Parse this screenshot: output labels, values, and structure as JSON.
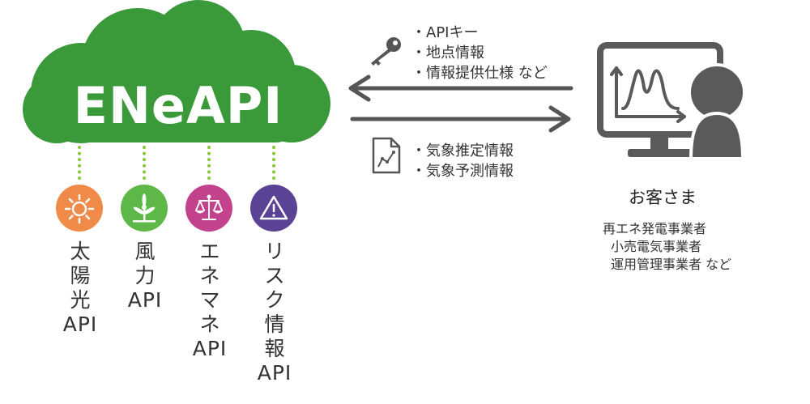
{
  "cloud": {
    "title": "ENeAPI",
    "color": "#3a9a3a"
  },
  "apis": [
    {
      "name": "太陽光",
      "api": "API",
      "icon": "sun-icon",
      "color": "#ef8a48"
    },
    {
      "name": "風力",
      "api": "API",
      "icon": "wind-turbine-icon",
      "color": "#5db848"
    },
    {
      "name": "エネマネ",
      "api": "API",
      "icon": "balance-scale-icon",
      "color": "#c2428c"
    },
    {
      "name": "リスク情報",
      "api": "API",
      "icon": "warning-icon",
      "color": "#5a4394"
    }
  ],
  "request": {
    "icon": "key-icon",
    "items": [
      "APIキー",
      "地点情報",
      "情報提供仕様 など"
    ]
  },
  "response": {
    "icon": "document-chart-icon",
    "items": [
      "気象推定情報",
      "気象予測情報"
    ]
  },
  "customer": {
    "title": "お客さま",
    "types": [
      "再エネ発電事業者",
      "小売電気事業者",
      "運用管理事業者 など"
    ],
    "icon": "monitor-user-icon"
  },
  "colors": {
    "arrow": "#555555",
    "dots": "#8cc63f",
    "icon_gray": "#5a5a5a"
  }
}
